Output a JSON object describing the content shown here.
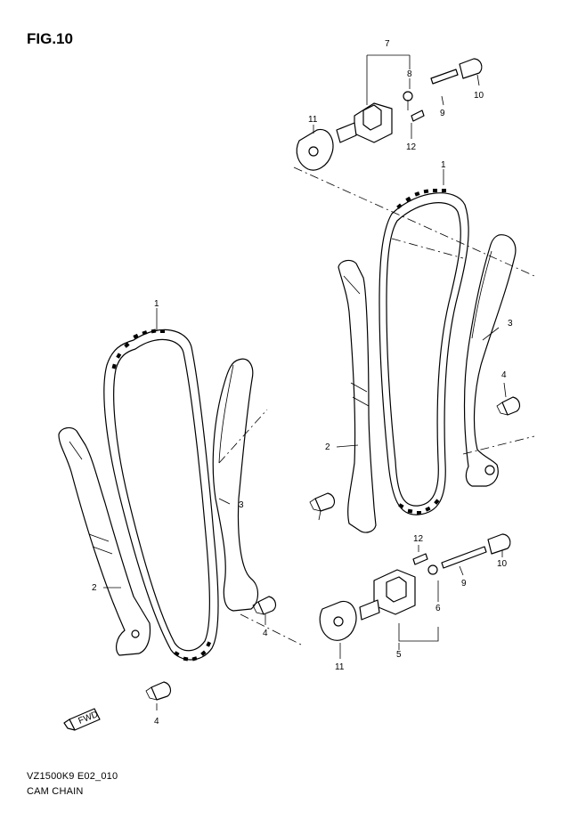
{
  "figure": {
    "title": "FIG.10",
    "code": "VZ1500K9 E02_010",
    "name": "CAM CHAIN"
  },
  "labels": {
    "l1a": "1",
    "l1b": "1",
    "l2a": "2",
    "l2b": "2",
    "l3a": "3",
    "l3b": "3",
    "l4a": "4",
    "l4b": "4",
    "l4c": "4",
    "l5": "5",
    "l6": "6",
    "l7": "7",
    "l8": "8",
    "l9a": "9",
    "l9b": "9",
    "l10a": "10",
    "l10b": "10",
    "l11a": "11",
    "l11b": "11",
    "l12a": "12",
    "l12b": "12"
  },
  "badge": "FWD",
  "colors": {
    "line": "#000000",
    "paper": "#ffffff"
  }
}
